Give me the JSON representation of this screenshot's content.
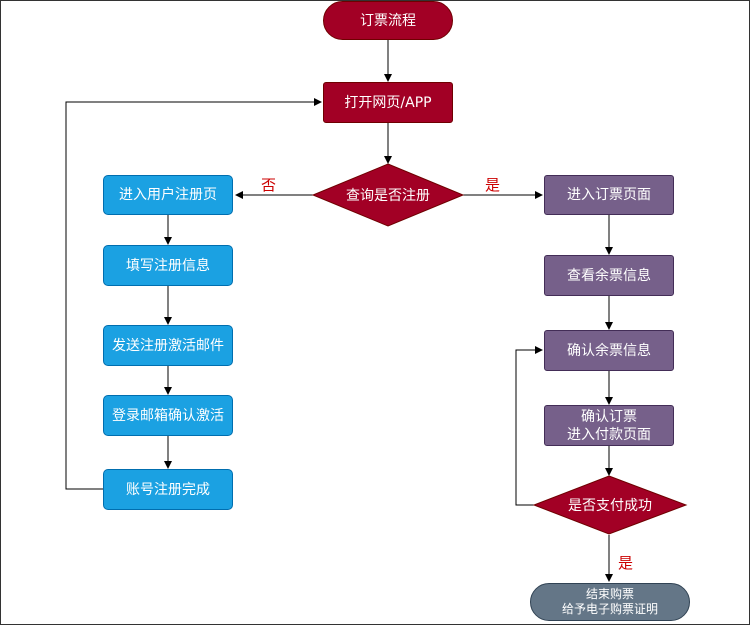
{
  "colors": {
    "red": "#a20025",
    "blue": "#1ba1e2",
    "purple": "#76608a",
    "grey": "#647687",
    "edge_label": "#cc0000"
  },
  "nodes": {
    "start": "订票流程",
    "open_app": "打开网页/APP",
    "check_registered": "查询是否注册",
    "enter_register_page": "进入用户注册页",
    "fill_register_info": "填写注册信息",
    "send_activation_mail": "发送注册激活邮件",
    "login_mail_activate": "登录邮箱确认激活",
    "register_done": "账号注册完成",
    "enter_booking_page": "进入订票页面",
    "view_remaining": "查看余票信息",
    "confirm_remaining": "确认余票信息",
    "confirm_booking": "确认订票\n进入付款页面",
    "pay_success": "是否支付成功",
    "end": "结束购票\n给予电子购票证明"
  },
  "edge_labels": {
    "no": "否",
    "yes": "是",
    "yes_pay": "是"
  }
}
